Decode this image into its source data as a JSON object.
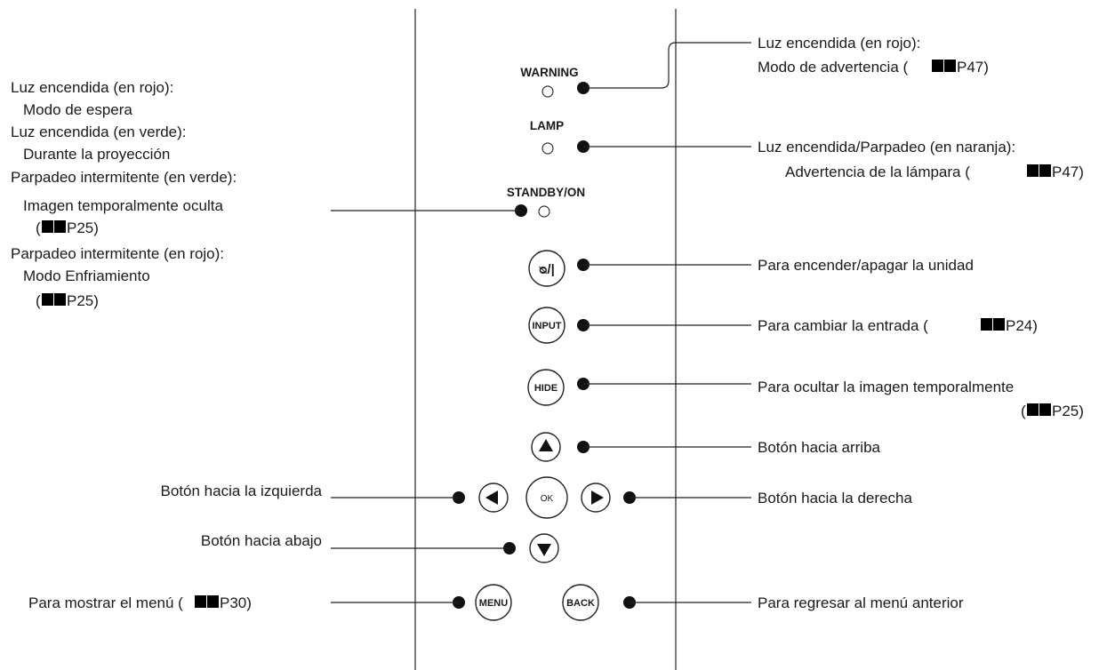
{
  "indicators": {
    "warning": "WARNING",
    "lamp": "LAMP",
    "standby": "STANDBY/ON"
  },
  "buttons": {
    "power": "ᴓ/|",
    "input": "INPUT",
    "hide": "HIDE",
    "ok": "OK",
    "menu": "MENU",
    "back": "BACK"
  },
  "left_labels": {
    "red_on": "Luz encendida (en rojo):",
    "standby_mode": "Modo de espera",
    "green_on": "Luz encendida (en verde):",
    "projecting": "Durante la proyección",
    "green_blink": "Parpadeo intermitente (en verde):",
    "image_hidden": "Imagen temporalmente oculta",
    "ref_p25_a": "P25)",
    "red_blink": "Parpadeo intermitente (en rojo):",
    "cooling": "Modo Enfriamiento",
    "ref_p25_b": "P25)",
    "left_button": "Botón hacia la izquierda",
    "down_button": "Botón hacia abajo",
    "menu_pre": "Para mostrar el menú  (",
    "menu_ref": "P30)"
  },
  "right_labels": {
    "warning_on": "Luz encendida (en rojo):",
    "warning_mode_pre": "Modo de advertencia (",
    "warning_ref": "P47)",
    "lamp_on": "Luz encendida/Parpadeo (en naranja):",
    "lamp_warn_pre": "Advertencia de la lámpara (",
    "lamp_ref": "P47)",
    "power": "Para encender/apagar la unidad",
    "input_pre": "Para cambiar la entrada (",
    "input_ref": "P24)",
    "hide": "Para ocultar la imagen temporalmente",
    "hide_ref": "P25)",
    "up": "Botón hacia arriba",
    "right": "Botón hacia la derecha",
    "back": "Para regresar al menú anterior"
  },
  "icons": [
    "book-icon"
  ]
}
